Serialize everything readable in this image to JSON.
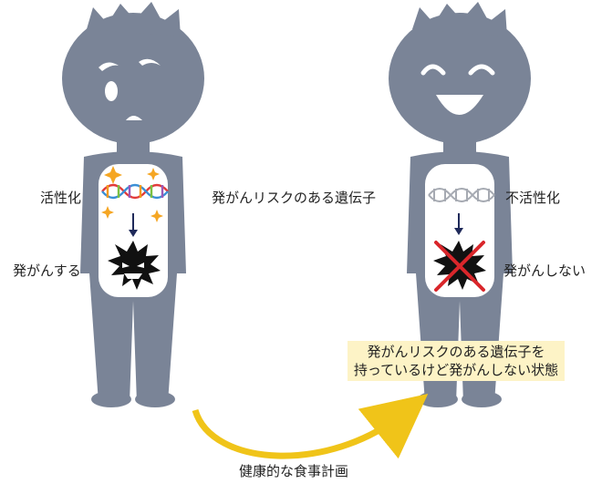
{
  "labels": {
    "activated": "活性化",
    "develops_cancer": "発がんする",
    "risk_gene": "発がんリスクのある遺伝子",
    "inactivated": "不活性化",
    "no_cancer": "発がんしない",
    "diet_plan": "健康的な食事計画"
  },
  "callout": {
    "line1": "発がんリスクのある遺伝子を",
    "line2": "持っているけど発がんしない状態"
  },
  "colors": {
    "figure": "#7a8497",
    "panel": "#ffffff",
    "arrow_gold": "#f0c419",
    "highlight_bg": "#fdf3c6",
    "cross_red": "#d9262b",
    "dna_active": [
      "#e23b3b",
      "#f39a1e",
      "#3a8fd6",
      "#7bc043",
      "#9b59b6"
    ],
    "dna_inactive": "#a6aab2",
    "sparkle": "#f5a623",
    "down_arrow": "#1f2a5a"
  },
  "icons": {
    "left_face": "worried-face-icon",
    "right_face": "smiling-face-icon",
    "cancer_cell": "cancer-cell-icon",
    "cross": "cross-out-icon"
  }
}
